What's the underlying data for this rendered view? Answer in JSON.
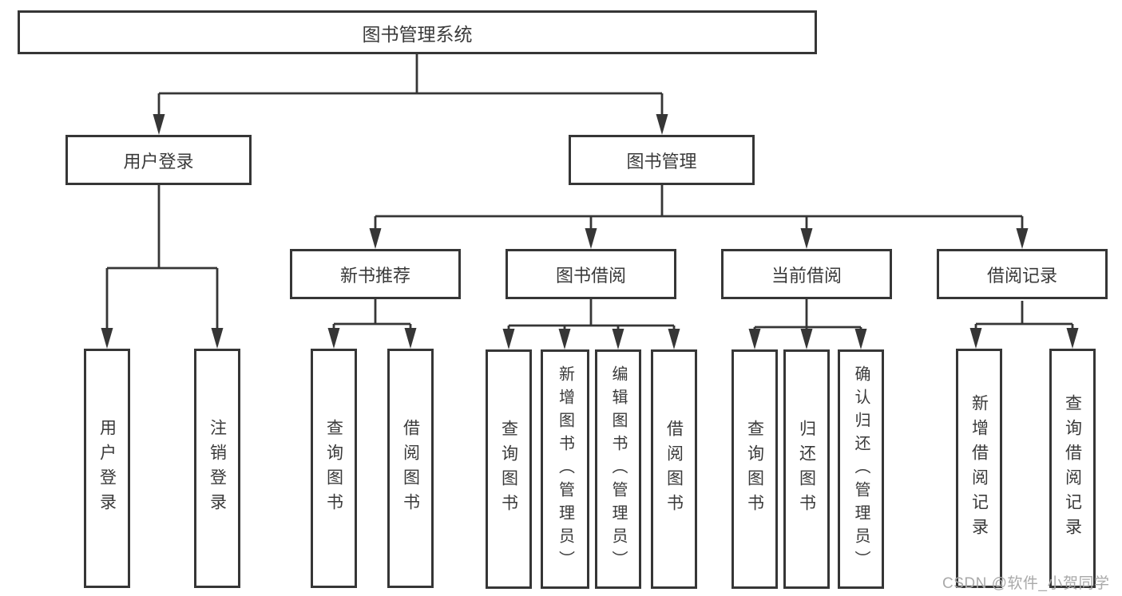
{
  "colors": {
    "line": "#363636",
    "border": "#363636",
    "text": "#3a3a3a",
    "watermark": "#a9a9a9",
    "background": "#ffffff"
  },
  "tree": {
    "label": "图书管理系统",
    "children": [
      {
        "label": "用户登录",
        "children": [
          {
            "label": "用户登录"
          },
          {
            "label": "注销登录"
          }
        ]
      },
      {
        "label": "图书管理",
        "children": [
          {
            "label": "新书推荐",
            "children": [
              {
                "label": "查询图书"
              },
              {
                "label": "借阅图书"
              }
            ]
          },
          {
            "label": "图书借阅",
            "children": [
              {
                "label": "查询图书"
              },
              {
                "label": "新增图书（管理员）"
              },
              {
                "label": "编辑图书（管理员）"
              },
              {
                "label": "借阅图书"
              }
            ]
          },
          {
            "label": "当前借阅",
            "children": [
              {
                "label": "查询图书"
              },
              {
                "label": "归还图书"
              },
              {
                "label": "确认归还（管理员）"
              }
            ]
          },
          {
            "label": "借阅记录",
            "children": [
              {
                "label": "新增借阅记录"
              },
              {
                "label": "查询借阅记录"
              }
            ]
          }
        ]
      }
    ]
  },
  "watermark": {
    "text": "CSDN @软件_小贺同学"
  }
}
